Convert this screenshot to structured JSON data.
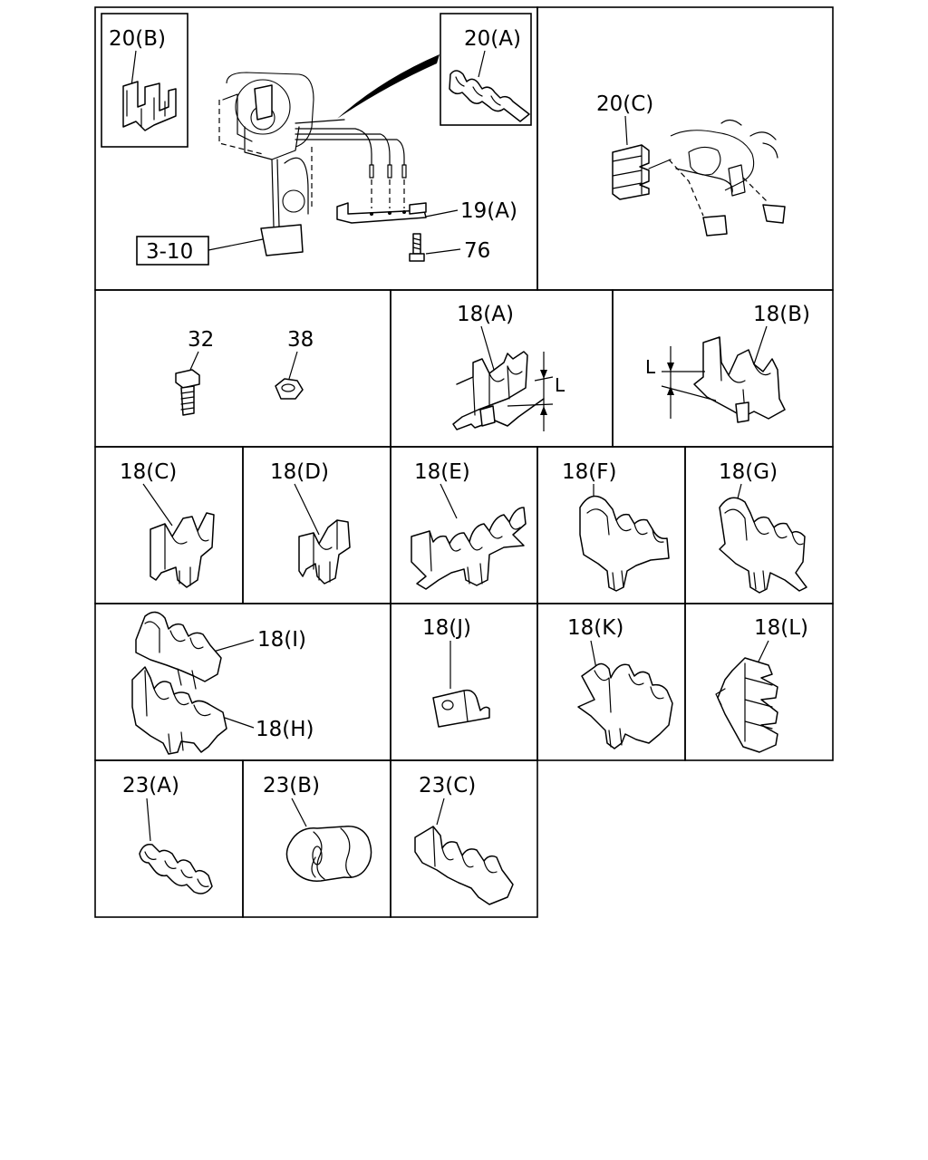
{
  "labels": {
    "p20b": "20(B)",
    "p20a": "20(A)",
    "p20c": "20(C)",
    "p19a": "19(A)",
    "p76": "76",
    "ref310": "3-10",
    "p32": "32",
    "p38": "38",
    "p18a": "18(A)",
    "p18b": "18(B)",
    "dimL1": "L",
    "dimL2": "L",
    "p18c": "18(C)",
    "p18d": "18(D)",
    "p18e": "18(E)",
    "p18f": "18(F)",
    "p18g": "18(G)",
    "p18i": "18(I)",
    "p18h": "18(H)",
    "p18j": "18(J)",
    "p18k": "18(K)",
    "p18l": "18(L)",
    "p23a": "23(A)",
    "p23b": "23(B)",
    "p23c": "23(C)"
  }
}
